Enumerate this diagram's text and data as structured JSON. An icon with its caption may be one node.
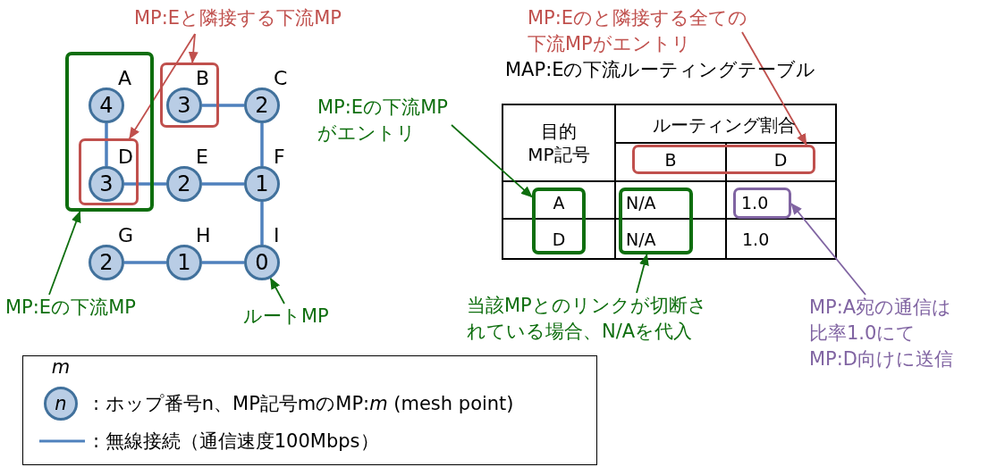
{
  "diagram": {
    "nodes": [
      {
        "text": [],
        "shape": "box"
      },
      {
        "text": [
          "4"
        ],
        "beside": [
          "A"
        ],
        "in": 0
      },
      {
        "text": [],
        "shape": "box"
      },
      {
        "text": [
          "3"
        ],
        "beside": [
          "B"
        ],
        "in": 2
      },
      {
        "text": [
          "2"
        ],
        "beside": [
          "C"
        ]
      },
      {
        "text": [],
        "shape": "box",
        "in": 0
      },
      {
        "text": [
          "3"
        ],
        "beside": [
          "D"
        ],
        "in": 5
      },
      {
        "text": [
          "2"
        ],
        "beside": [
          "E"
        ]
      },
      {
        "text": [
          "1"
        ],
        "beside": [
          "F"
        ]
      },
      {
        "text": [
          "2"
        ],
        "beside": [
          "G"
        ]
      },
      {
        "text": [
          "1"
        ],
        "beside": [
          "H"
        ]
      },
      {
        "text": [
          "0"
        ],
        "beside": [
          "I"
        ]
      },
      {
        "text": [
          "MP:Eと隣接する下流MP"
        ]
      },
      {
        "text": [
          "MP:Eの下流MP"
        ]
      },
      {
        "text": [
          "ルートMP"
        ]
      },
      {
        "text": [
          "MP:Eの下流MPがエントリ"
        ]
      },
      {
        "text": [
          "MP:Eのと隣接する全ての下流MPがエントリ"
        ]
      },
      {
        "text": [
          "当該MPとのリンクが切断されている場合、N/Aを代入"
        ]
      },
      {
        "text": [
          "MP:A宛の通信は比率1.0にてMP:D向けに送信"
        ]
      },
      {
        "text": [
          "A",
          "D"
        ]
      },
      {
        "text": [
          "N/A",
          "N/A"
        ]
      },
      {
        "text": [
          "B",
          "D"
        ]
      },
      {
        "text": [
          "1.0"
        ]
      }
    ],
    "edges": [
      {
        "from": 1,
        "to": 6,
        "arrow": "none",
        "style": "thick"
      },
      {
        "from": 3,
        "to": 4,
        "arrow": "none",
        "style": "thick"
      },
      {
        "from": 6,
        "to": 7,
        "arrow": "none",
        "style": "thick"
      },
      {
        "from": 7,
        "to": 8,
        "arrow": "none",
        "style": "thick"
      },
      {
        "from": 4,
        "to": 8,
        "arrow": "none",
        "style": "thick"
      },
      {
        "from": 8,
        "to": 11,
        "arrow": "none",
        "style": "thick"
      },
      {
        "from": 9,
        "to": 10,
        "arrow": "none",
        "style": "thick"
      },
      {
        "from": 10,
        "to": 11,
        "arrow": "none",
        "style": "thick"
      },
      {
        "from": 12,
        "to": 2,
        "arrow": "to",
        "color": "#c0504d"
      },
      {
        "from": 12,
        "to": 5,
        "arrow": "to",
        "color": "#c0504d"
      },
      {
        "from": 13,
        "to": 0,
        "arrow": "to",
        "color": "#0e6e0e"
      },
      {
        "from": 14,
        "to": 11,
        "arrow": "to",
        "color": "#0e6e0e"
      },
      {
        "from": 15,
        "to": 19,
        "arrow": "to",
        "color": "#0e6e0e"
      },
      {
        "from": 16,
        "to": 21,
        "arrow": "to",
        "color": "#c0504d"
      },
      {
        "from": 17,
        "to": 20,
        "arrow": "to",
        "color": "#0e6e0e"
      },
      {
        "from": 18,
        "to": 22,
        "arrow": "to",
        "color": "#8064a2"
      }
    ],
    "labels": [
      "MAP:Eの下流ルーティングテーブル",
      "目的MP記号",
      "ルーティング割合",
      "1.0",
      "m",
      "n"
    ],
    "legend": [
      {
        "text": ": ホップ番号n、MP記号mのMP:*m* (mesh point)"
      },
      {
        "text": ": 無線接続（通信速度100Mbps）"
      }
    ]
  }
}
